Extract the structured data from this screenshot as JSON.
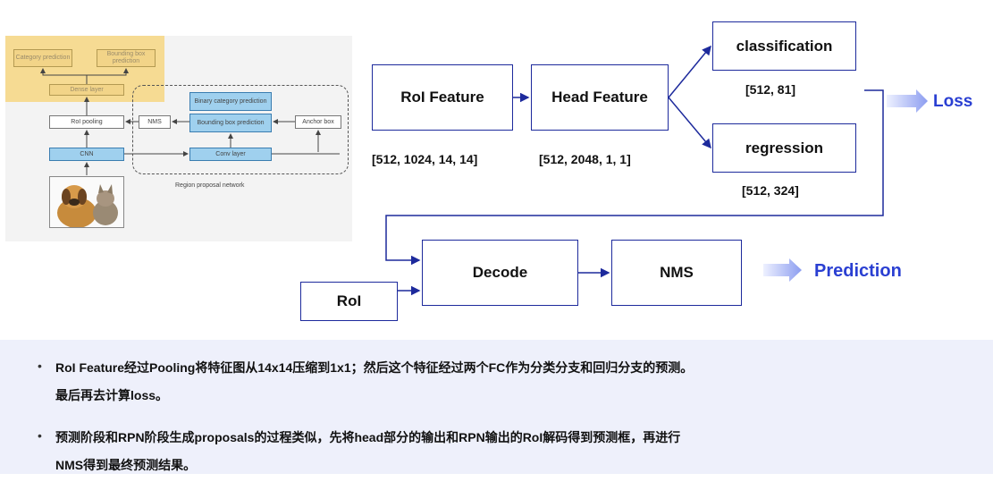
{
  "reference_figure": {
    "category_prediction": "Category prediction",
    "bbox_prediction_top": "Bounding box prediction",
    "dense_layer": "Dense layer",
    "roi_pooling": "RoI pooling",
    "nms": "NMS",
    "binary_category_prediction": "Binary category prediction",
    "bbox_prediction_rpn": "Bounding box prediction",
    "anchor_box": "Anchor box",
    "cnn": "CNN",
    "conv_layer": "Conv layer",
    "rpn_label": "Region proposal network"
  },
  "diagram": {
    "roi_feature": "RoI Feature",
    "head_feature": "Head Feature",
    "classification": "classification",
    "regression": "regression",
    "roi_feature_shape": "[512, 1024, 14, 14]",
    "head_feature_shape": "[512, 2048, 1, 1]",
    "classification_shape": "[512, 81]",
    "regression_shape": "[512, 324]",
    "loss": "Loss",
    "decode": "Decode",
    "nms": "NMS",
    "prediction": "Prediction",
    "roi": "RoI",
    "colors": {
      "box_border": "#1d2a9c",
      "arrow": "#1d2a9c",
      "output_text": "#2a3fd2"
    }
  },
  "notes": {
    "bullet": "•",
    "items": [
      {
        "line1": "RoI Feature经过Pooling将特征图从14x14压缩到1x1；然后这个特征经过两个FC作为分类分支和回归分支的预测。",
        "line2": "最后再去计算loss。"
      },
      {
        "line1": "预测阶段和RPN阶段生成proposals的过程类似，先将head部分的输出和RPN输出的RoI解码得到预测框，再进行",
        "line2": "NMS得到最终预测结果。"
      }
    ]
  }
}
